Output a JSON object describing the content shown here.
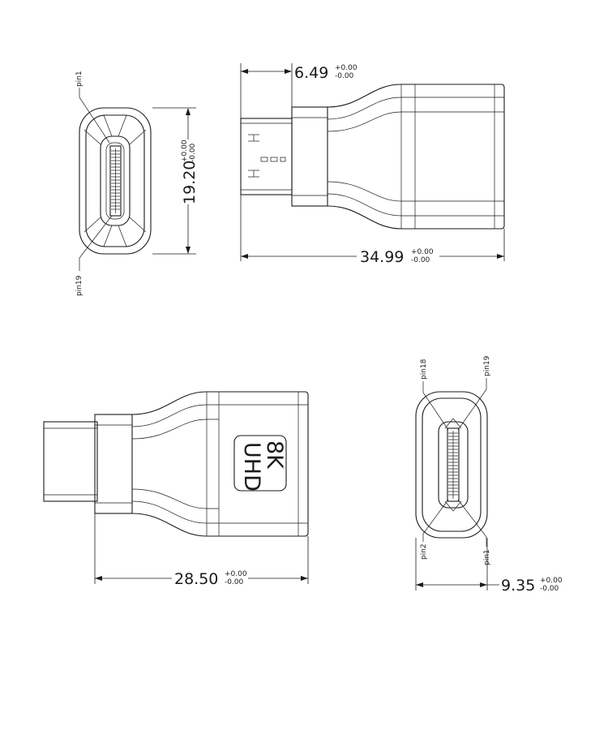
{
  "dimensions": {
    "side_top_length": {
      "value": "6.49",
      "tol_plus": "+0.00",
      "tol_minus": "-0.00"
    },
    "front_height": {
      "value": "19.20",
      "tol_plus": "+0.00",
      "tol_minus": "-0.00"
    },
    "side_total_length": {
      "value": "34.99",
      "tol_plus": "+0.00",
      "tol_minus": "-0.00"
    },
    "bottom_length": {
      "value": "28.50",
      "tol_plus": "+0.00",
      "tol_minus": "-0.00"
    },
    "end_width": {
      "value": "9.35",
      "tol_plus": "+0.00",
      "tol_minus": "-0.00"
    }
  },
  "pins": {
    "front_top": "pin1",
    "front_bottom": "pin19",
    "end_top_left": "pin18",
    "end_top_right": "pin19",
    "end_bottom_left": "pin2",
    "end_bottom_right": "pin1"
  },
  "logo": {
    "line1": "8K",
    "line2": "UHD"
  },
  "connector_marks": {
    "mark1": "H",
    "mark2": "H"
  }
}
